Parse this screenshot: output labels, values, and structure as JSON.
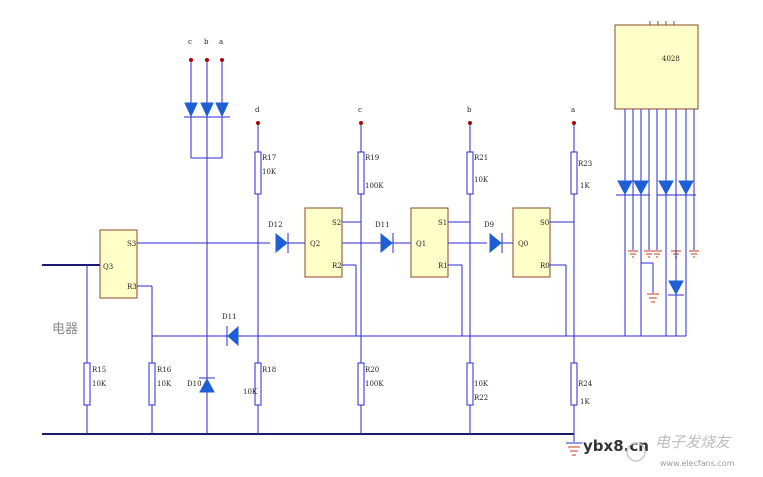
{
  "diagram": {
    "input_label": "电器",
    "chip_label": "4028",
    "top_inputs": [
      "c",
      "b",
      "a"
    ],
    "column_labels": [
      "d",
      "c",
      "b",
      "a"
    ],
    "flipflops": [
      {
        "name": "Q3",
        "set": "S3",
        "reset": "R3"
      },
      {
        "name": "Q2",
        "set": "S2",
        "reset": "R2"
      },
      {
        "name": "Q1",
        "set": "S1",
        "reset": "R1"
      },
      {
        "name": "Q0",
        "set": "S0",
        "reset": "R0"
      }
    ],
    "diodes": [
      "D12",
      "D11",
      "D9",
      "D11",
      "D10"
    ],
    "upper_resistors": [
      {
        "name": "R17",
        "value": "10K"
      },
      {
        "name": "R19",
        "value": "100K"
      },
      {
        "name": "R21",
        "value": "10K"
      },
      {
        "name": "R23",
        "value": "1K"
      }
    ],
    "lower_resistors": [
      {
        "name": "R15",
        "value": "10K"
      },
      {
        "name": "R16",
        "value": "10K"
      },
      {
        "name": "R18",
        "value": "10K"
      },
      {
        "name": "R20",
        "value": "100K"
      },
      {
        "name": "R22",
        "value": "10K"
      },
      {
        "name": "R24",
        "value": "1K"
      }
    ]
  },
  "watermark": {
    "site": "ybx8.cn",
    "cn_text": "电子发烧友",
    "url": "www.elecfans.com"
  }
}
